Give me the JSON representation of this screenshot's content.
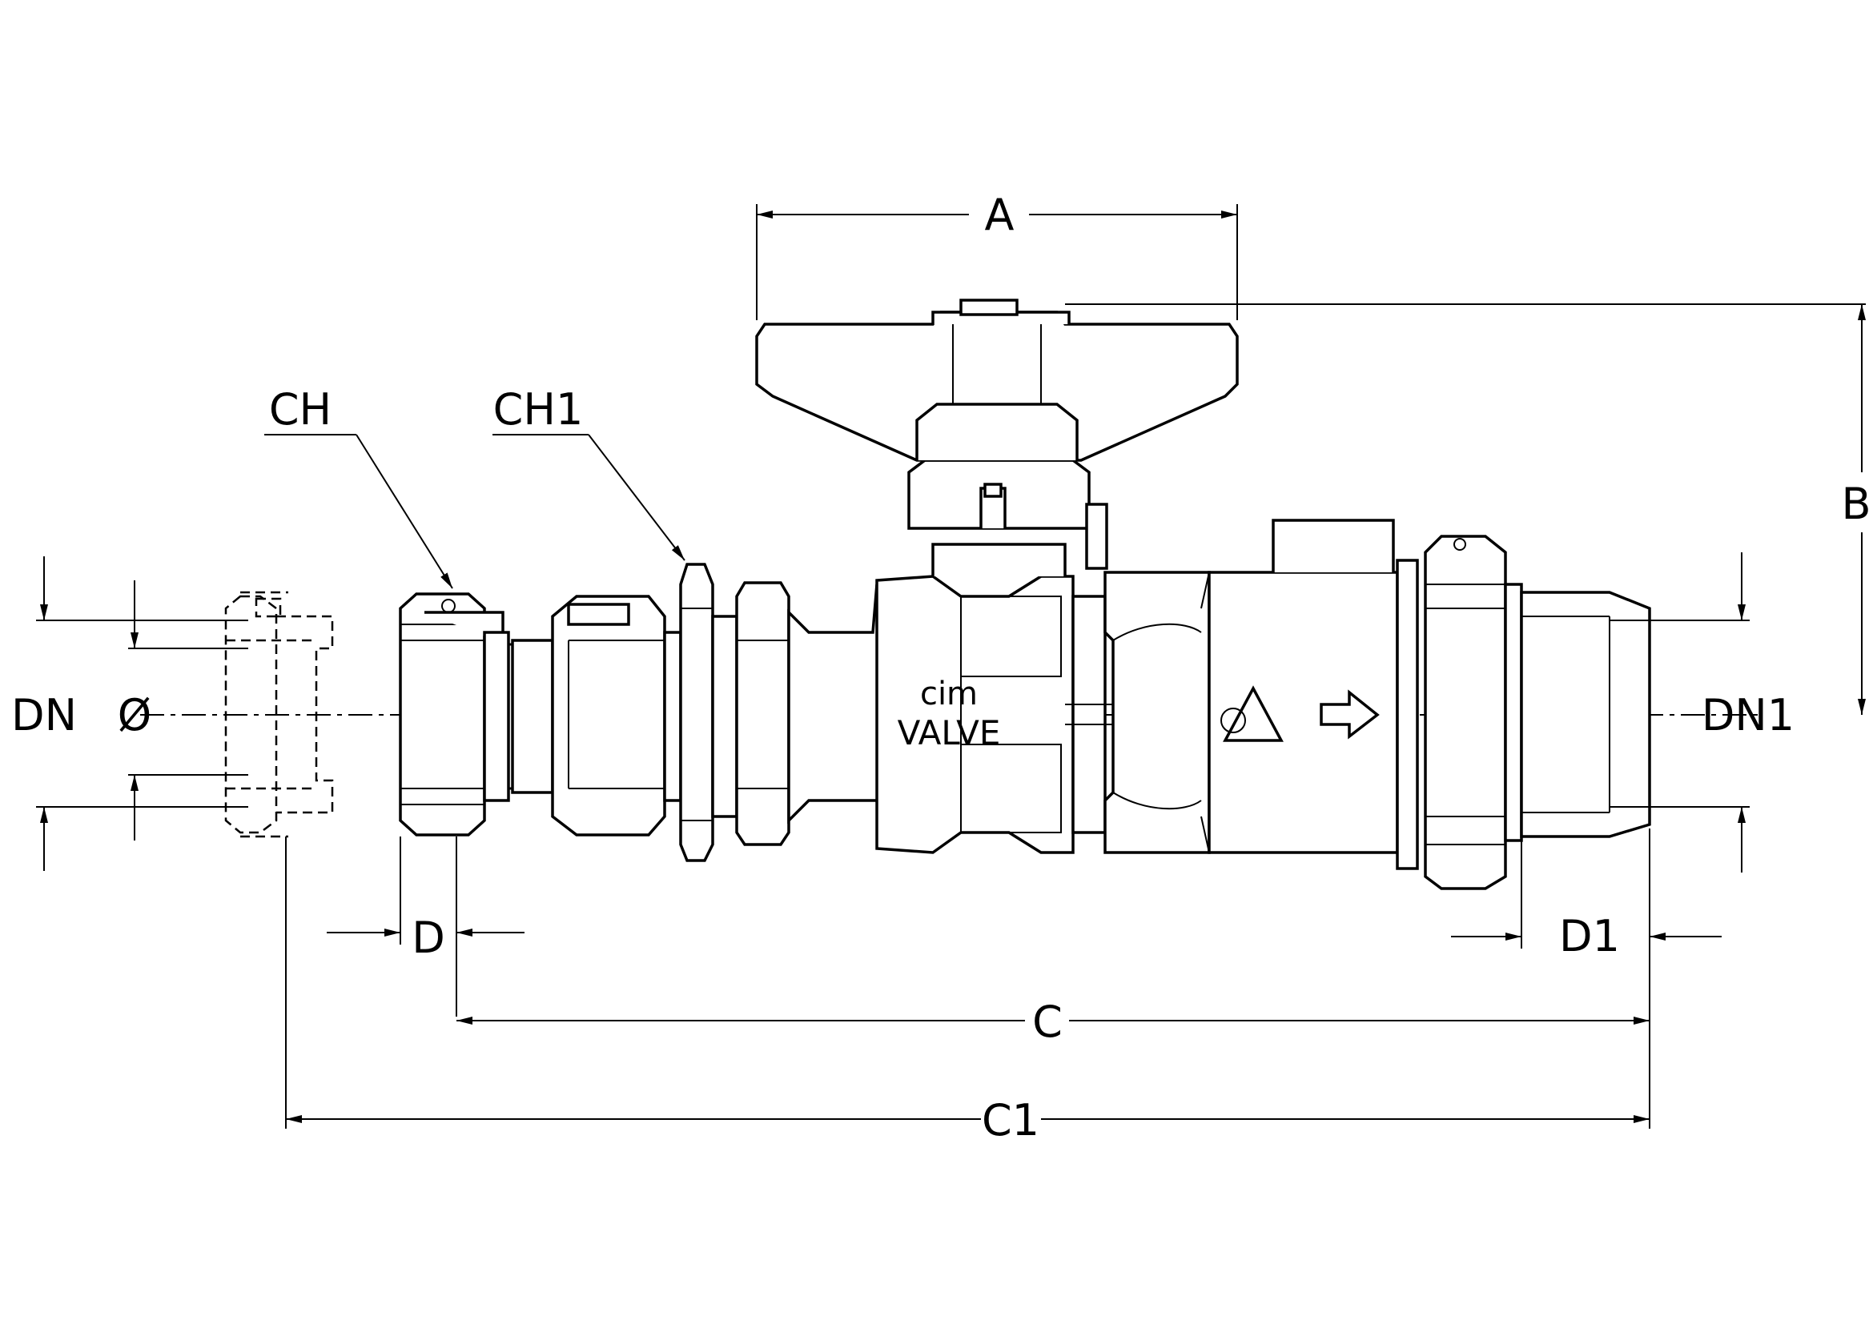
{
  "labels": {
    "A": "A",
    "B": "B",
    "C": "C",
    "C1": "C1",
    "D": "D",
    "D1": "D1",
    "DN": "DN",
    "DN1": "DN1",
    "diameter": "Ø",
    "CH": "CH",
    "CH1": "CH1"
  },
  "brand": {
    "line1": "cim",
    "line2": "VALVE"
  }
}
